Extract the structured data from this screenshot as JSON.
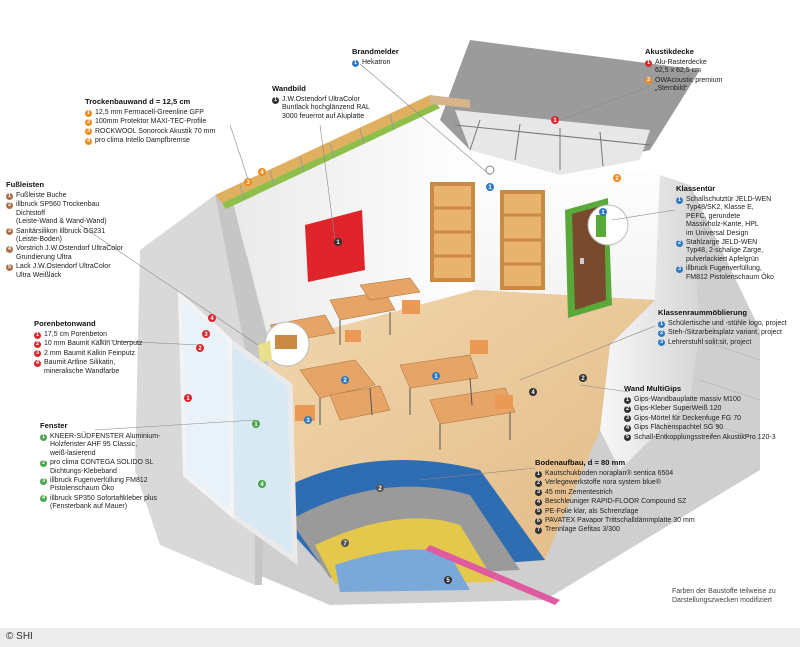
{
  "credit": "© SHI",
  "note": "Farben der Baustoffe teilweise zu\nDarstellungszwecken modifiziert",
  "callouts": {
    "brandmelder": {
      "title": "Brandmelder",
      "items": [
        {
          "n": "1",
          "text": "Hekatron"
        }
      ]
    },
    "akustikdecke": {
      "title": "Akustikdecke",
      "items": [
        {
          "n": "1",
          "text": "Alu-Rasterdecke\n62,5 x 62,5 cm"
        },
        {
          "n": "2",
          "text": "OWAcoustic premium\n„Sternbild“"
        }
      ]
    },
    "wandbild": {
      "title": "Wandbild",
      "items": [
        {
          "n": "1",
          "text": "J.W.Ostendorf UltraColor\nBuntlack hochglänzend RAL\n3000 feuerrot auf Aluplatte"
        }
      ]
    },
    "trockenbau": {
      "title": "Trockenbauwand d = 12,5 cm",
      "items": [
        {
          "n": "1",
          "text": "12,5 mm Fermacell-Greenline GFP"
        },
        {
          "n": "2",
          "text": "100mm Protektor MAXI-TEC-Profile"
        },
        {
          "n": "3",
          "text": "ROCKWOOL Sonorock Akustik 70 mm"
        },
        {
          "n": "4",
          "text": "pro clima Intello Dampfbremse"
        }
      ]
    },
    "fussleisten": {
      "title": "Fußleisten",
      "items": [
        {
          "n": "1",
          "text": "Fußleiste Buche"
        },
        {
          "n": "2",
          "text": "illbruck SP560 Trockenbau\nDichtstoff\n(Leiste-Wand & Wand-Wand)"
        },
        {
          "n": "3",
          "text": "Sanitärsilikon illbruck GS231\n(Leiste-Boden)"
        },
        {
          "n": "4",
          "text": "Vorstrich J.W.Ostendorf UltraColor\nGrundierung Ultra"
        },
        {
          "n": "5",
          "text": "Lack J.W.Ostendorf UltraColor\nUltra Weißlack"
        }
      ]
    },
    "klassentuer": {
      "title": "Klassentür",
      "items": [
        {
          "n": "1",
          "text": "Schallschutztür JELD-WEN\nTyp48/SK2, Klasse E,\nPEFC, gerundete\nMassivholz-Kante, HPL\nim Universal Design"
        },
        {
          "n": "2",
          "text": "Stahlzarge JELD-WEN\nTyp48, 2-schalige Zarge,\npulverlackiert Apfelgrün"
        },
        {
          "n": "3",
          "text": "illbruck Fugenverfüllung,\nFM812 Pistolenschaum Öko"
        }
      ]
    },
    "moeblierung": {
      "title": "Klassenraummöblierung",
      "items": [
        {
          "n": "1",
          "text": "Schülertische und -stühle logo, project"
        },
        {
          "n": "2",
          "text": "Steh-/Sitzarbeitsplatz variant, project"
        },
        {
          "n": "3",
          "text": "Lehrerstuhl solit:sit, project"
        }
      ]
    },
    "porenbeton": {
      "title": "Porenbetonwand",
      "items": [
        {
          "n": "1",
          "text": "17,5 cm Porenbeton"
        },
        {
          "n": "2",
          "text": "10 mm Baumit Kalkin Unterputz"
        },
        {
          "n": "3",
          "text": "2 mm Baumit Kalkin Feinputz"
        },
        {
          "n": "4",
          "text": "Baumit Artline Silikatin,\nmineralische Wandfarbe"
        }
      ]
    },
    "wandmultigips": {
      "title": "Wand MultiGips",
      "items": [
        {
          "n": "1",
          "text": "Gips-Wandbauplatte massiv M100"
        },
        {
          "n": "2",
          "text": "Gips-Kleber SuperWeiß 120"
        },
        {
          "n": "3",
          "text": "Gips-Mörtel für Deckenfuge FG 70"
        },
        {
          "n": "4",
          "text": "Gips Flächenspachtel SG 90"
        },
        {
          "n": "5",
          "text": "Schall-Entkopplungsstreifen AkustikPro 120-3"
        }
      ]
    },
    "fenster": {
      "title": "Fenster",
      "items": [
        {
          "n": "1",
          "text": "KNEER-SÜDFENSTER Aluminium-\nHolzfenster AHF 95 Classic,\nweiß-lasierend"
        },
        {
          "n": "2",
          "text": "pro clima CONTEGA SOLIDO SL\nDichtungs-Klebeband"
        },
        {
          "n": "3",
          "text": "illbruck Fugenverfüllung FM812\nPistolenschaum Öko"
        },
        {
          "n": "4",
          "text": "illbruck SP350 Sofortaftkleber plus\n(Fensterbank auf Mauer)"
        }
      ]
    },
    "bodenaufbau": {
      "title": "Bodenaufbau, d = 80 mm",
      "items": [
        {
          "n": "1",
          "text": "Kautschukboden noraplan® sentica 6504"
        },
        {
          "n": "2",
          "text": "Verlegewerkstoffe nora system blue®"
        },
        {
          "n": "3",
          "text": "45 mm Zementestrich"
        },
        {
          "n": "4",
          "text": "Beschleuniger RAPID-FLOOR Compound SZ"
        },
        {
          "n": "5",
          "text": "PE-Folie klar, als Schrenzlage"
        },
        {
          "n": "6",
          "text": "PAVATEX Pavapor Trittschalldämmplatte 30 mm"
        },
        {
          "n": "7",
          "text": "Trennlage Gefitas 3/300"
        }
      ]
    }
  }
}
